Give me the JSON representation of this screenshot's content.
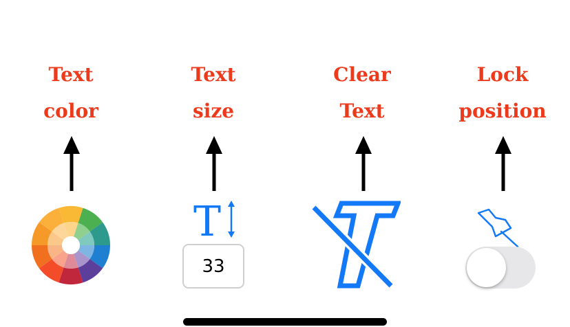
{
  "features": [
    {
      "id": "text-color",
      "line1": "Text",
      "line2": "color"
    },
    {
      "id": "text-size",
      "line1": "Text",
      "line2": "size"
    },
    {
      "id": "clear-text",
      "line1": "Clear",
      "line2": "Text"
    },
    {
      "id": "lock-position",
      "line1": "Lock",
      "line2": "position"
    }
  ],
  "text_size": {
    "value": "33"
  },
  "lock_toggle": {
    "state": "off"
  },
  "colors": {
    "label": "#ec3a1d",
    "icon_blue": "#1479f6",
    "arrow": "#000000",
    "toggle_track": "#e7e7ea"
  },
  "icons": [
    "color-wheel-icon",
    "text-size-icon",
    "clear-text-icon",
    "pushpin-icon"
  ]
}
